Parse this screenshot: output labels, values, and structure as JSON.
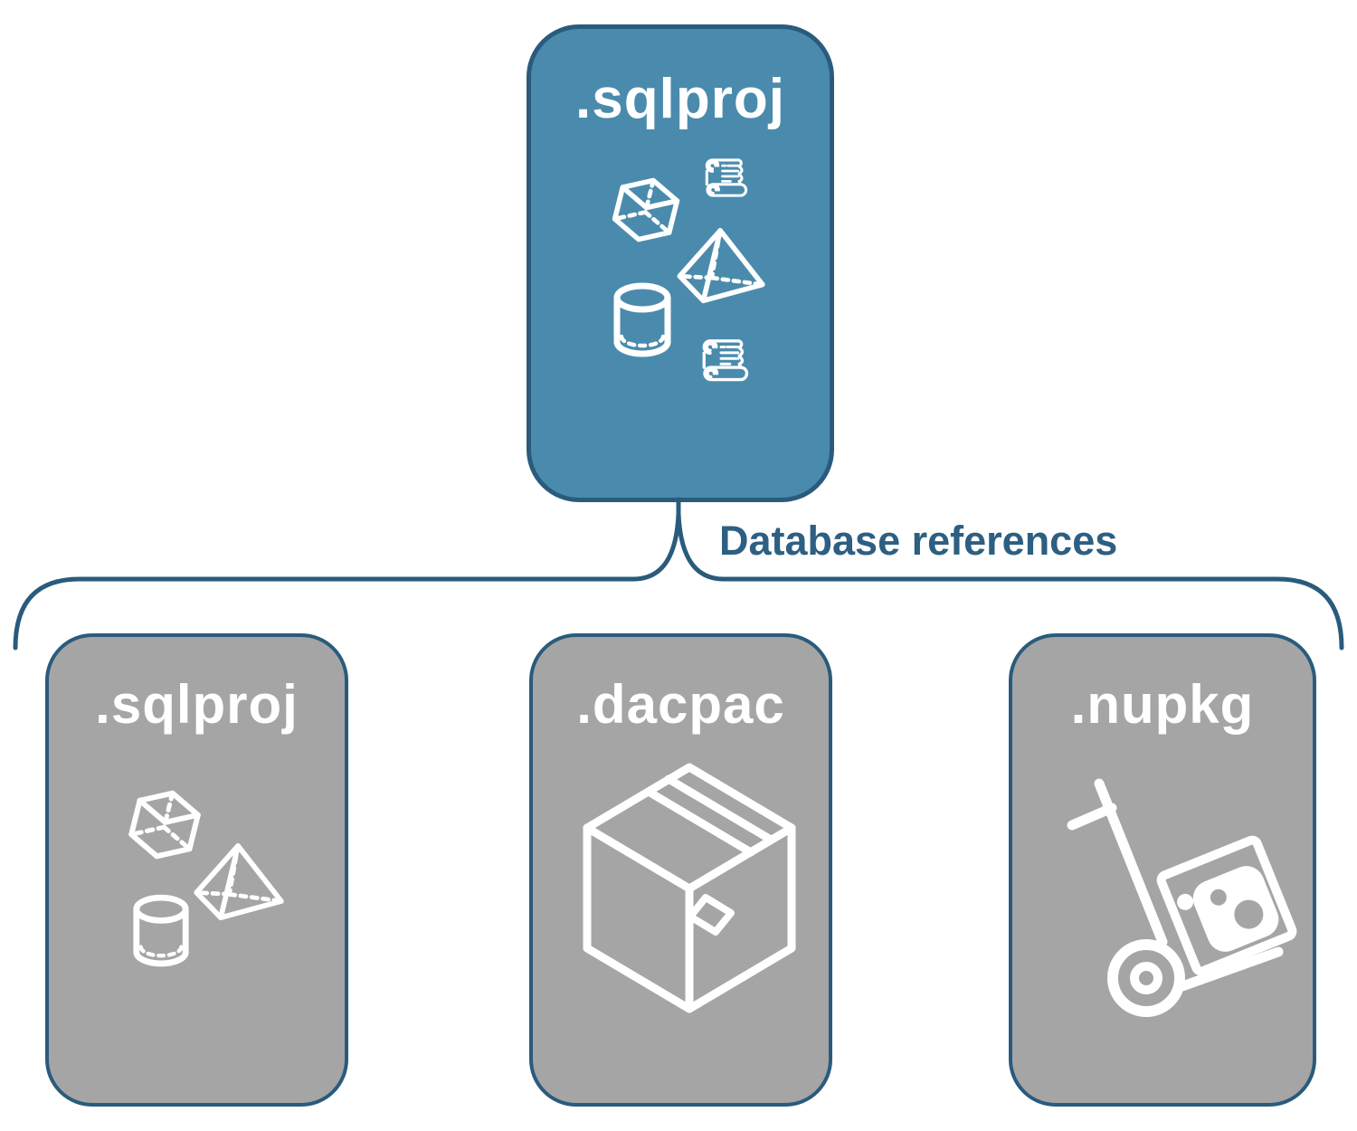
{
  "colors": {
    "root-fill": "#4a8bad",
    "child-fill": "#a5a5a5",
    "border": "#2a5b7c",
    "accent-text": "#2d5f82",
    "icon": "#ffffff",
    "title": "#ffffff"
  },
  "diagram": {
    "root_card": {
      "label": ".sqlproj",
      "icons": [
        "scroll-icon",
        "cube-icon",
        "pyramid-icon",
        "cylinder-icon",
        "scroll-icon"
      ]
    },
    "connector_label": "Database references",
    "child_cards": [
      {
        "label": ".sqlproj",
        "icons": [
          "cube-icon",
          "pyramid-icon",
          "cylinder-icon"
        ]
      },
      {
        "label": ".dacpac",
        "icons": [
          "package-box-icon"
        ]
      },
      {
        "label": ".nupkg",
        "icons": [
          "hand-truck-nuget-icon"
        ]
      }
    ]
  }
}
